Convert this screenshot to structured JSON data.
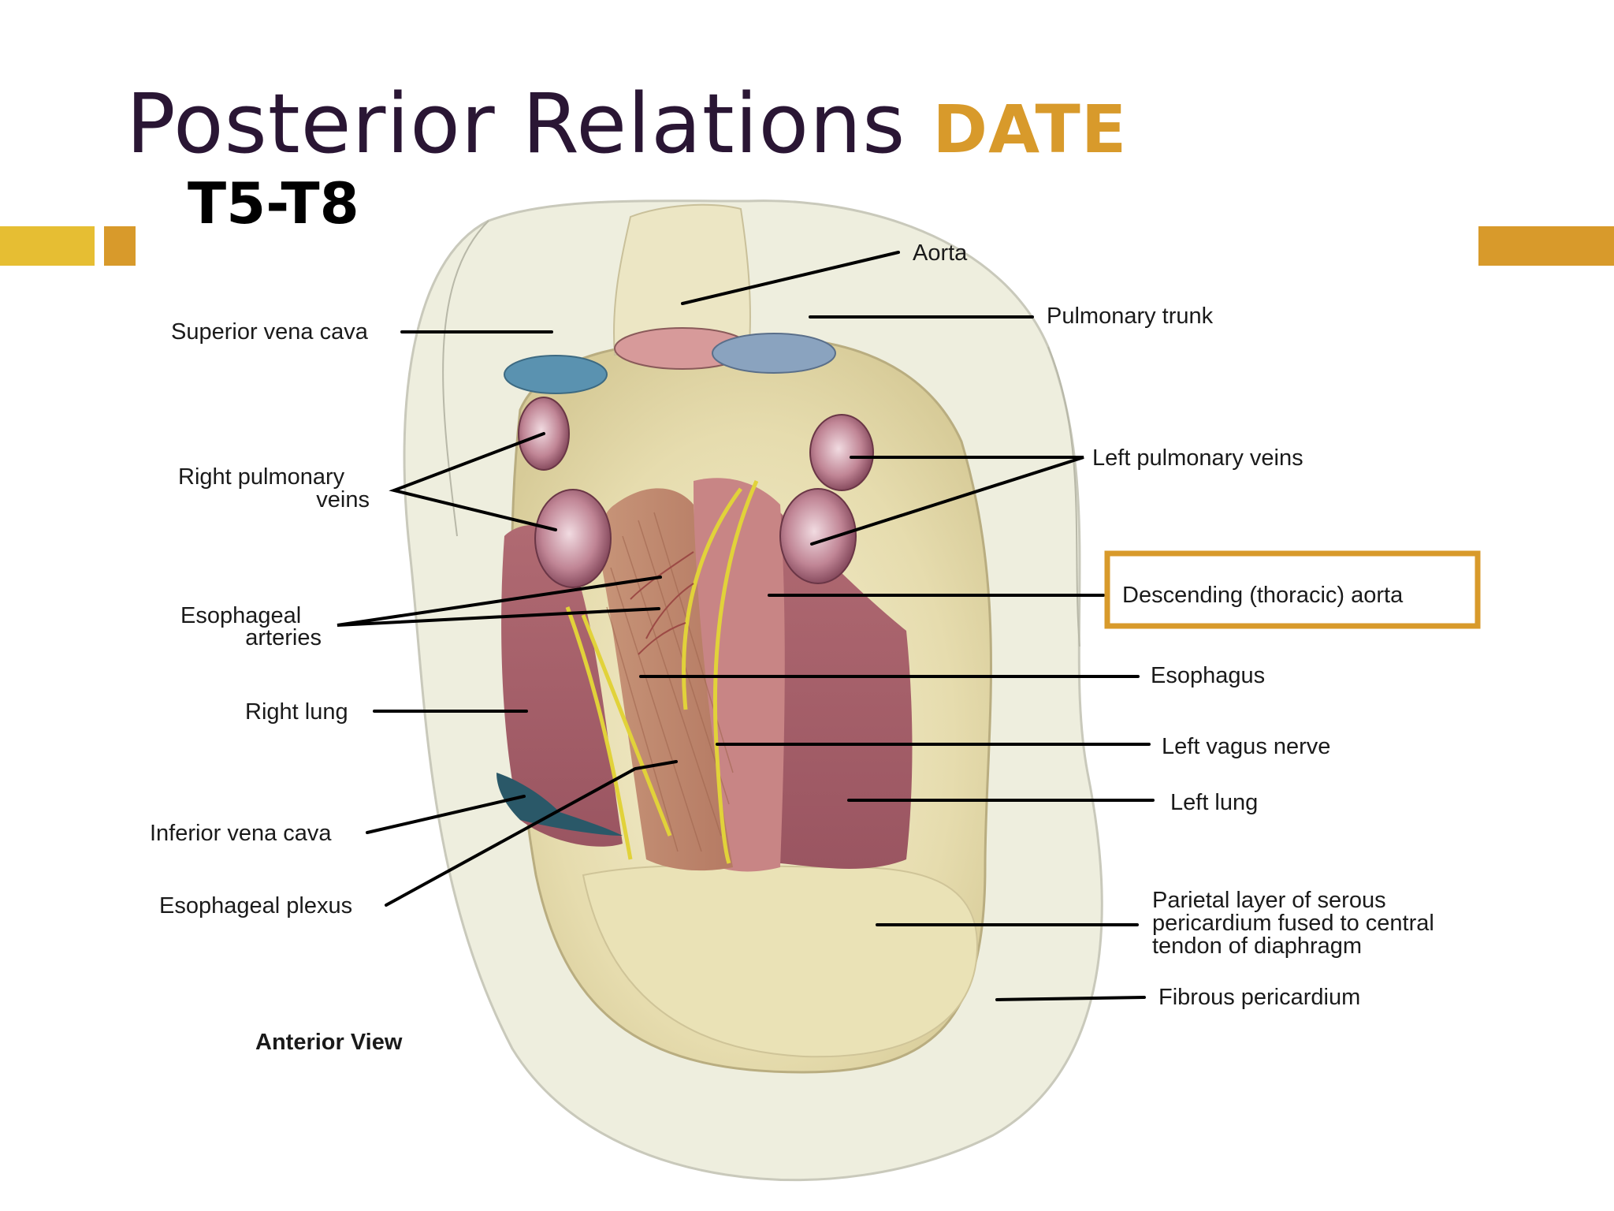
{
  "slide": {
    "title": "Posterior Relations",
    "title_accent": "DATE",
    "subtitle": "T5-T8"
  },
  "colors": {
    "title": "#2a1634",
    "accent": "#d89a2b",
    "bar_yellow": "#e6be33",
    "highlight_box": "#d89a2b"
  },
  "figure": {
    "labels": {
      "aorta": "Aorta",
      "pulmonary_trunk": "Pulmonary trunk",
      "superior_vena_cava": "Superior vena cava",
      "right_pulmonary_veins_1": "Right pulmonary",
      "right_pulmonary_veins_2": "veins",
      "left_pulmonary_veins": "Left pulmonary veins",
      "descending_aorta": "Descending (thoracic) aorta",
      "esophageal_arteries_1": "Esophageal",
      "esophageal_arteries_2": "arteries",
      "esophagus": "Esophagus",
      "right_lung": "Right lung",
      "left_vagus_nerve": "Left vagus nerve",
      "left_lung": "Left lung",
      "inferior_vena_cava": "Inferior vena cava",
      "esophageal_plexus": "Esophageal plexus",
      "parietal_1": "Parietal layer of serous",
      "parietal_2": "pericardium fused to central",
      "parietal_3": "tendon of diaphragm",
      "fibrous_pericardium": "Fibrous pericardium",
      "view": "Anterior View"
    }
  }
}
